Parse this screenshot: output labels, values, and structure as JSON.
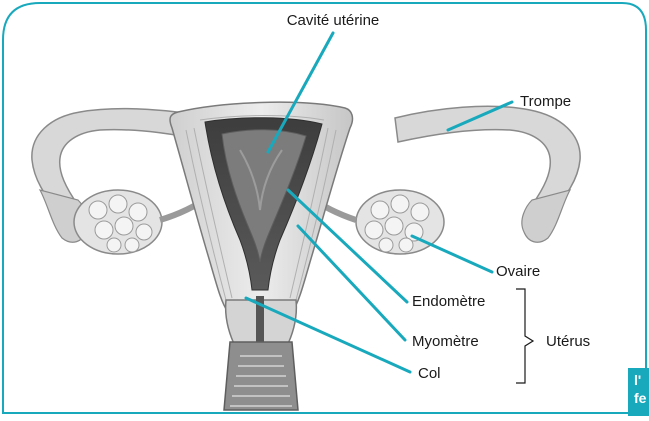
{
  "colors": {
    "frame": "#19a9bd",
    "leader": "#19a9bd",
    "tissue_light": "#e1e1e1",
    "tissue_mid": "#a9a9a9",
    "tissue_dark": "#4d4d4d",
    "badge": "#19a9bd"
  },
  "labels": {
    "cavite": "Cavité utérine",
    "trompe": "Trompe",
    "ovaire": "Ovaire",
    "endometre": "Endomètre",
    "myometre": "Myomètre",
    "col": "Col",
    "uterus": "Utérus"
  },
  "corner_badge": {
    "line1": "l'",
    "line2": "fe"
  }
}
